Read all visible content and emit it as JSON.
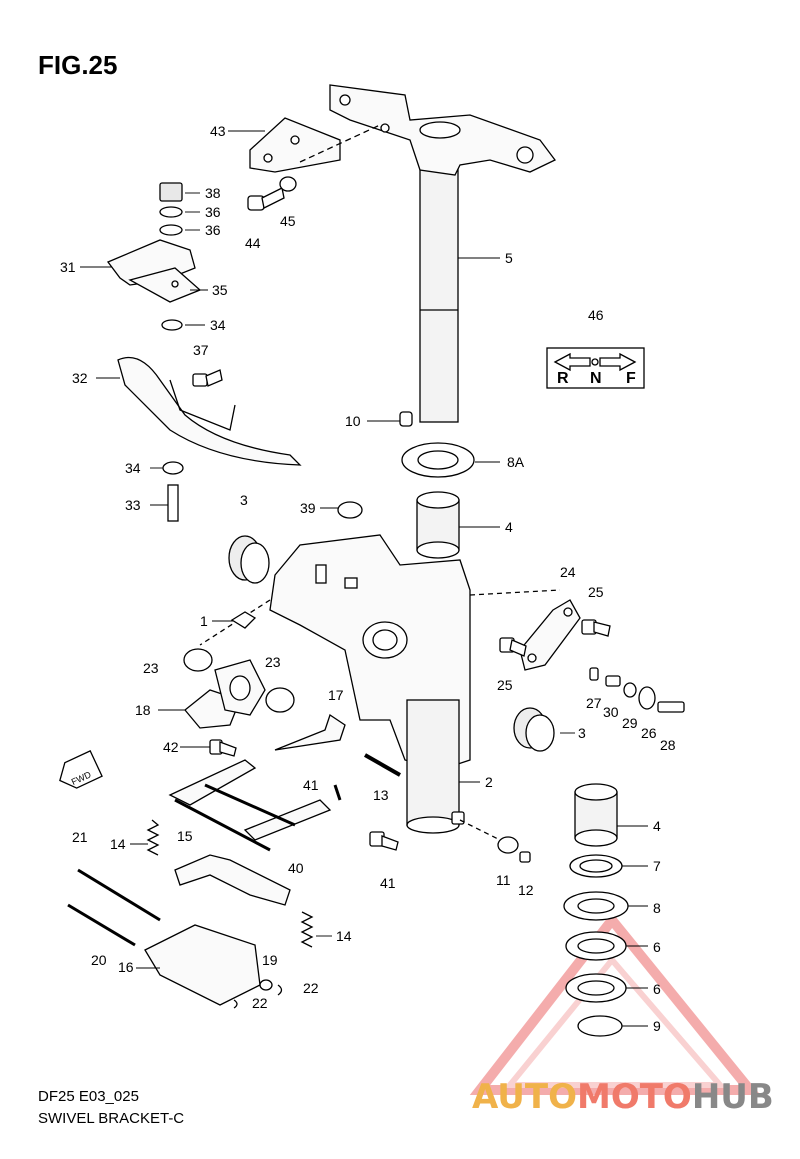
{
  "figure": {
    "title": "FIG.25"
  },
  "footer": {
    "model": "DF25 E03_025",
    "assembly": "SWIVEL BRACKET-C"
  },
  "shift_sign": {
    "letters": [
      "R",
      "N",
      "F"
    ]
  },
  "fwd_symbol": {
    "text": "FWD"
  },
  "callouts": [
    "43",
    "38",
    "36",
    "36",
    "44",
    "45",
    "5",
    "31",
    "35",
    "34",
    "37",
    "32",
    "46",
    "10",
    "8A",
    "34",
    "33",
    "3",
    "39",
    "4",
    "24",
    "25",
    "1",
    "23",
    "23",
    "18",
    "17",
    "25",
    "27",
    "30",
    "29",
    "26",
    "28",
    "3",
    "42",
    "41",
    "13",
    "2",
    "4",
    "15",
    "21",
    "14",
    "40",
    "41",
    "11",
    "12",
    "7",
    "8",
    "14",
    "6",
    "6",
    "20",
    "16",
    "19",
    "22",
    "22",
    "9"
  ],
  "watermark": {
    "part1": "AUTO",
    "part2": "MOTO",
    "part3": "HUB",
    "colors": [
      "#f0b24a",
      "#f07a6a",
      "#888888"
    ]
  }
}
